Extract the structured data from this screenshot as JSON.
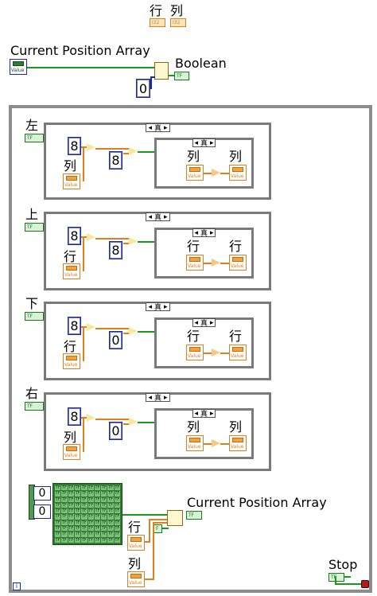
{
  "top_labels": {
    "row": "行",
    "col": "列",
    "row_term": "I32",
    "col_term": "I32"
  },
  "current_position_array": {
    "label": "Current Position Array",
    "value_text": "Value"
  },
  "boolean_indicator": {
    "label": "Boolean",
    "term": "TF"
  },
  "index_const": "0",
  "cases": [
    {
      "key": "left",
      "label": "左",
      "selector": "真",
      "const_a": "8",
      "const_b": "8",
      "var": "列",
      "inner_left": "列",
      "inner_right": "列",
      "op": "-1",
      "value": "Value"
    },
    {
      "key": "up",
      "label": "上",
      "selector": "真",
      "const_a": "8",
      "const_b": "8",
      "var": "行",
      "inner_left": "行",
      "inner_right": "行",
      "op": "-1",
      "value": "Value"
    },
    {
      "key": "down",
      "label": "下",
      "selector": "真",
      "const_a": "8",
      "const_b": "0",
      "var": "行",
      "inner_left": "行",
      "inner_right": "行",
      "op": "+1",
      "value": "Value"
    },
    {
      "key": "right",
      "label": "右",
      "selector": "真",
      "const_a": "8",
      "const_b": "0",
      "var": "列",
      "inner_left": "列",
      "inner_right": "列",
      "op": "+1",
      "value": "Value"
    }
  ],
  "bool_term": "TF",
  "array_indices": [
    "0",
    "0"
  ],
  "array_cell": "TF",
  "bottom": {
    "current_position_array_label": "Current Position Array",
    "row_label": "行",
    "col_label": "列",
    "value_text": "Value",
    "f_const": "F",
    "tf": "TF"
  },
  "stop": {
    "label": "Stop",
    "term": "TF"
  },
  "iteration": "i",
  "colors": {
    "int_wire": "#e07f1e",
    "bool_wire": "#1a9a1a",
    "blue": "#1b2a9a",
    "frame": "#8c8c8c"
  }
}
